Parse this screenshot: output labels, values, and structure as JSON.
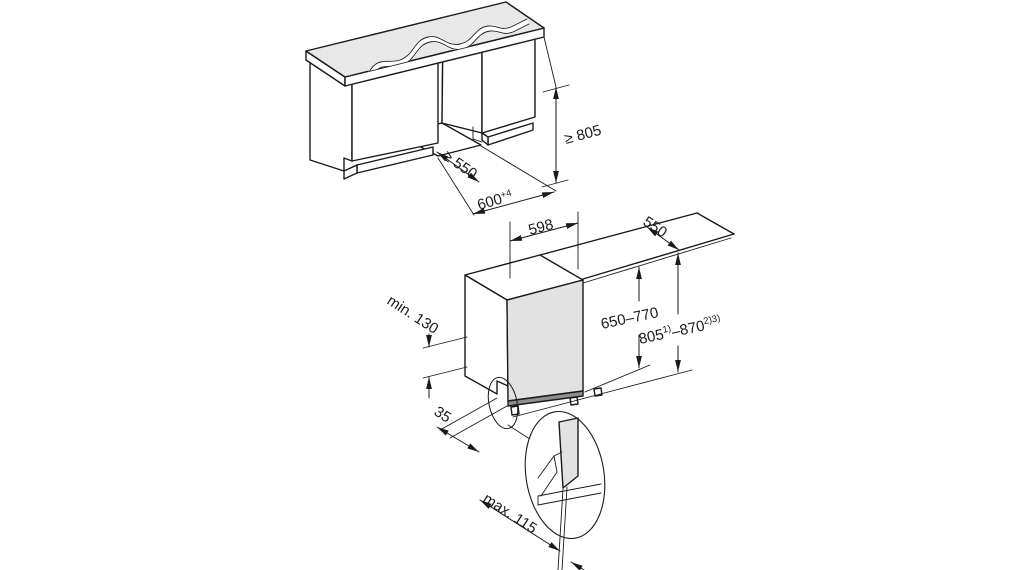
{
  "figure": {
    "background": "#ffffff",
    "line_color": "#1a1a1a",
    "counter_fill": "#e8e8e8",
    "door_fill": "#e2e2e2",
    "door_strip_fill": "#8f8f8f",
    "upper_diagram": {
      "labels": {
        "niche_depth": "≥ 550",
        "niche_width_base": "600",
        "niche_width_sup": "+4",
        "niche_height": "≥ 805"
      }
    },
    "lower_diagram": {
      "labels": {
        "appliance_width": "598",
        "counter_depth": "550",
        "front_panel_height": "650–770",
        "total_height_base": "805",
        "total_height_sup1": "1)",
        "total_height_mid": "–870",
        "total_height_sup2": "2)3)",
        "plinth_min_height": "min. 130",
        "panel_gap": "35",
        "plinth_max_recess": "max. 115"
      }
    }
  }
}
